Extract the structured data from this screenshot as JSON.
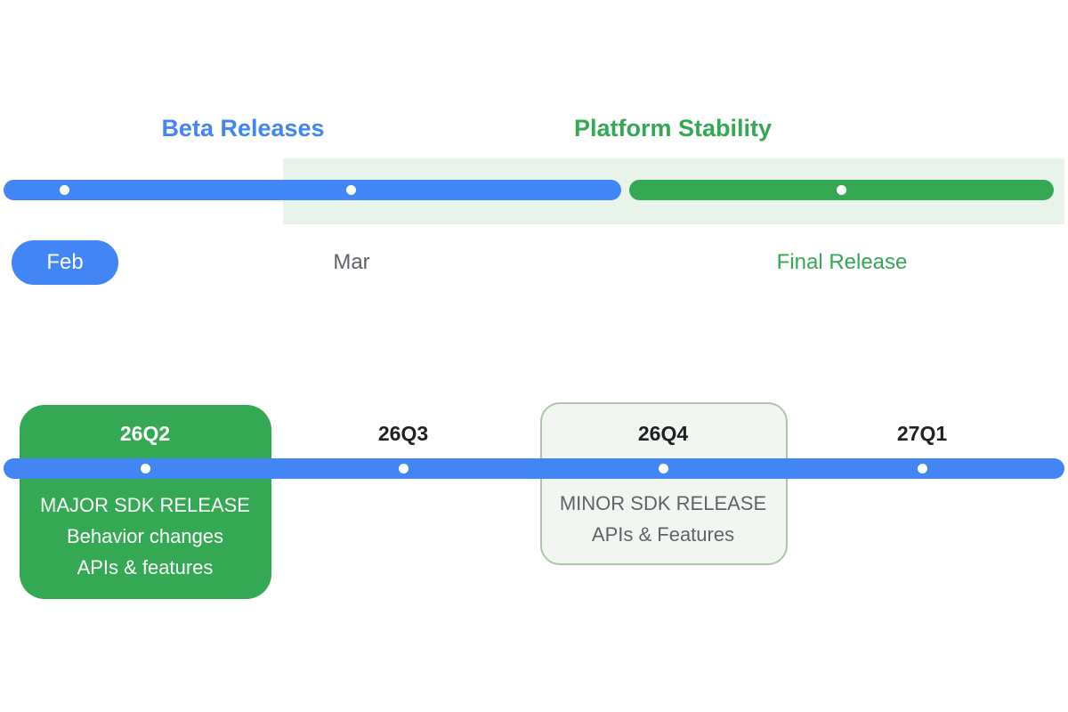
{
  "colors": {
    "blue": "#4285f4",
    "green": "#34a853",
    "band": "#e8f4e9",
    "text_dark": "#202124",
    "text_grey": "#5f6368"
  },
  "phases": {
    "beta": "Beta Releases",
    "stability": "Platform Stability"
  },
  "milestones": {
    "feb": "Feb",
    "mar": "Mar",
    "final": "Final Release"
  },
  "quarters": [
    "26Q2",
    "26Q3",
    "26Q4",
    "27Q1"
  ],
  "major_release": {
    "lines": [
      "MAJOR SDK RELEASE",
      "Behavior changes",
      "APIs & features"
    ]
  },
  "minor_release": {
    "lines": [
      "MINOR SDK RELEASE",
      "APIs & Features"
    ]
  }
}
